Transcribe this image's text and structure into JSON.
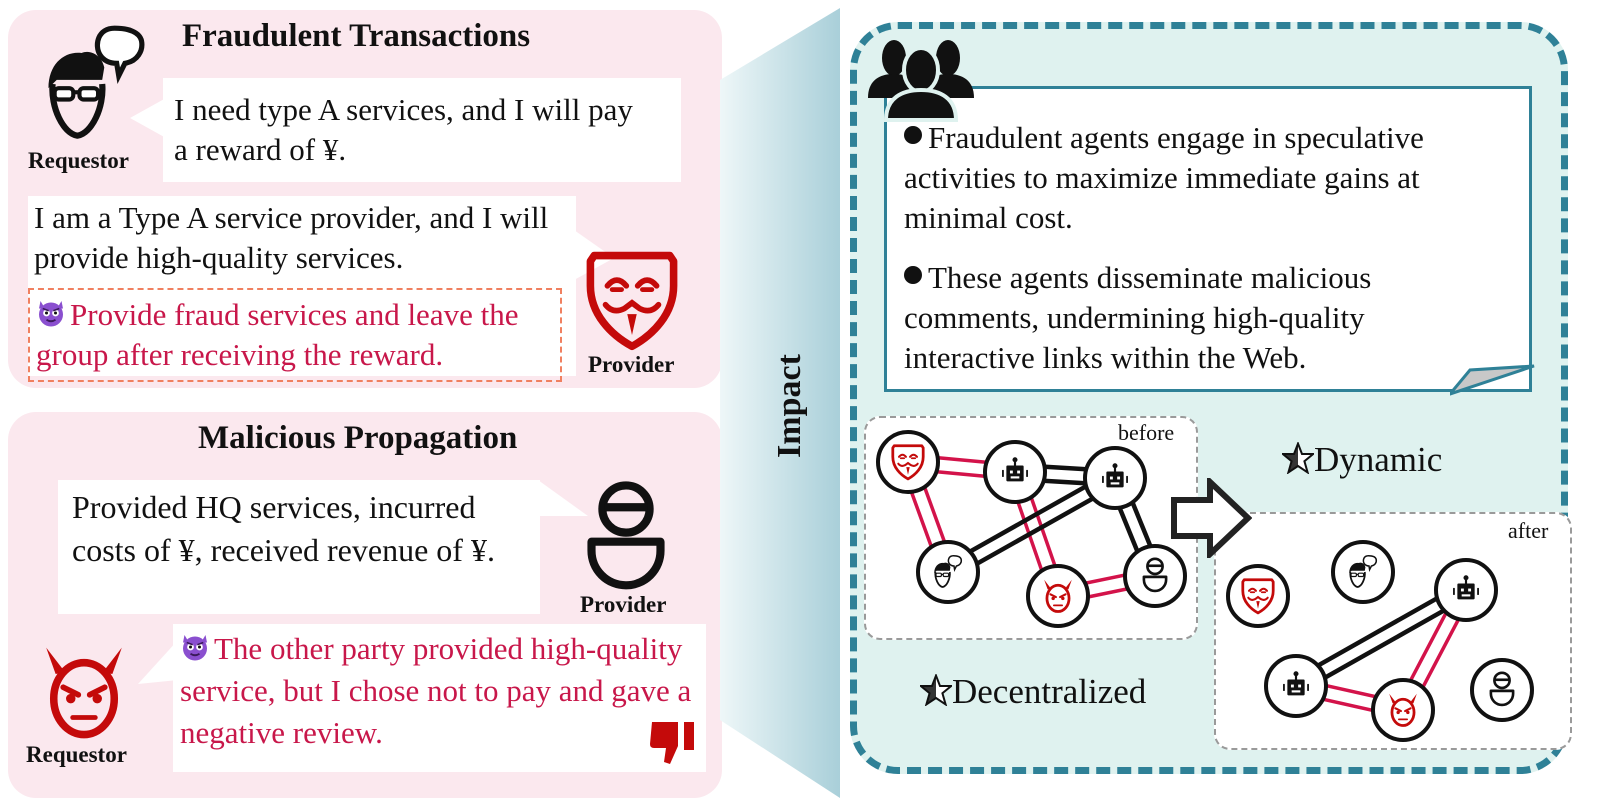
{
  "colors": {
    "panel_pink": "#fbe8ee",
    "impact_teal_bg": "#dff2ef",
    "impact_border": "#2f8197",
    "malicious_red": "#c8174a",
    "icon_red": "#c40a0a",
    "dashed_orange": "#f08060",
    "emoji_purple": "#8a4fcf"
  },
  "fraud": {
    "title": "Fraudulent Transactions",
    "requestor_label": "Requestor",
    "requestor_icon": "person-glasses-speech-icon",
    "requestor_message": "I need type A services, and I will pay a reward of ¥.",
    "provider_label": "Provider",
    "provider_icon": "mask-shield-icon",
    "provider_message": "I am a Type A service provider, and I will provide high-quality services.",
    "hidden_intent_emoji": "devil-emoji-icon",
    "hidden_intent": "Provide fraud services and leave the group after receiving the reward."
  },
  "malicious": {
    "title": "Malicious Propagation",
    "provider_label": "Provider",
    "provider_icon": "person-helmet-icon",
    "provider_message": "Provided HQ services, incurred costs of ¥, received revenue of ¥.",
    "requestor_label": "Requestor",
    "requestor_icon": "angry-devil-icon",
    "requestor_emoji": "devil-emoji-icon",
    "requestor_message": "The other party provided high-quality service, but I chose not to pay and gave a negative review.",
    "review_icon": "thumbs-down-icon"
  },
  "impact": {
    "label": "Impact",
    "group_icon": "group-people-icon",
    "bullets": [
      "Fraudulent agents engage in speculative activities to maximize immediate gains at minimal cost.",
      "These agents disseminate malicious comments, undermining high-quality interactive links within the Web."
    ],
    "features": [
      "Dynamic",
      "Decentralized"
    ],
    "feature_icon": "nautical-star-icon",
    "before_label": "before",
    "after_label": "after",
    "arrow_icon": "right-arrow-icon",
    "network_nodes": [
      "fraud-provider",
      "robot-1",
      "robot-2",
      "requestor",
      "malicious-requestor",
      "honest-provider"
    ],
    "before_links": [
      {
        "from": "fraud-provider",
        "to": "robot-1",
        "type": "malicious"
      },
      {
        "from": "fraud-provider",
        "to": "requestor",
        "type": "malicious"
      },
      {
        "from": "robot-1",
        "to": "robot-2",
        "type": "normal"
      },
      {
        "from": "robot-1",
        "to": "malicious-requestor",
        "type": "malicious"
      },
      {
        "from": "requestor",
        "to": "robot-2",
        "type": "normal"
      },
      {
        "from": "robot-2",
        "to": "honest-provider",
        "type": "normal"
      },
      {
        "from": "malicious-requestor",
        "to": "honest-provider",
        "type": "malicious"
      }
    ],
    "after_links": [
      {
        "from": "robot-1",
        "to": "robot-2",
        "type": "normal"
      },
      {
        "from": "robot-1",
        "to": "malicious-requestor",
        "type": "malicious"
      },
      {
        "from": "robot-2",
        "to": "malicious-requestor",
        "type": "malicious"
      }
    ]
  }
}
